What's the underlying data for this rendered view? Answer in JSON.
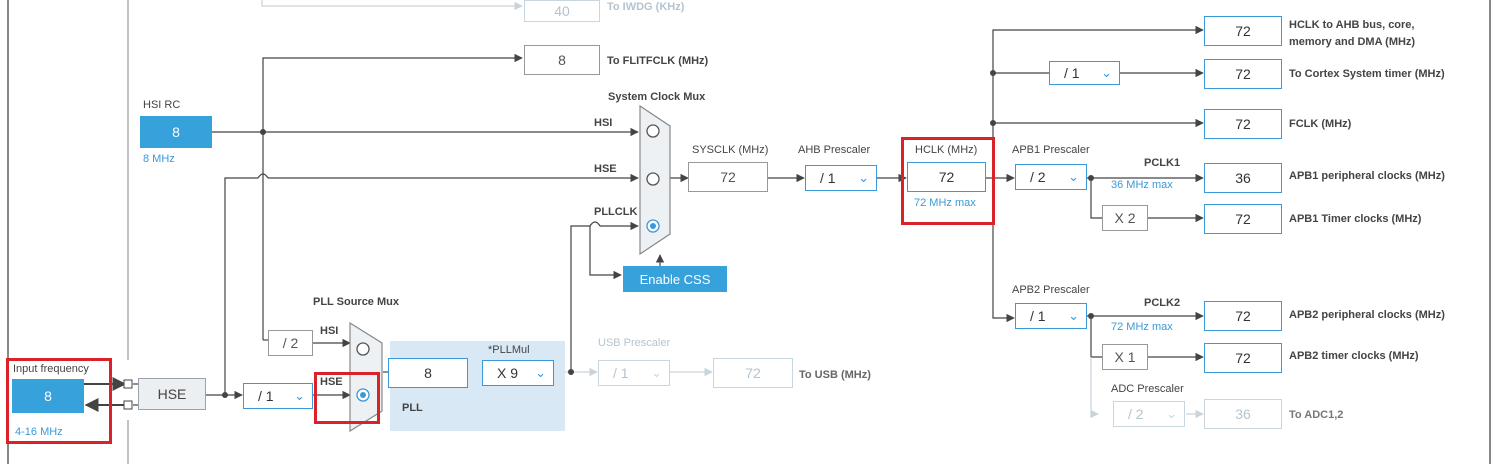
{
  "hsi": {
    "title": "HSI RC",
    "value": "8",
    "freq": "8 MHz"
  },
  "input_freq": {
    "title": "Input frequency",
    "value": "8",
    "range": "4-16 MHz"
  },
  "hse": {
    "label": "HSE",
    "prediv": "/ 1"
  },
  "iwdg": {
    "value": "40",
    "label": "To IWDG (KHz)"
  },
  "flitf": {
    "value": "8",
    "label": "To FLITFCLK (MHz)"
  },
  "pll_source_mux": {
    "title": "PLL Source Mux",
    "div2": "/ 2",
    "hsi_label": "HSI",
    "hse_label": "HSE",
    "selected": "HSE"
  },
  "pll": {
    "label": "PLL",
    "value": "8",
    "mul_title": "*PLLMul",
    "mul": "X 9"
  },
  "usb": {
    "title": "USB Prescaler",
    "prescaler": "/ 1",
    "value": "72",
    "label": "To USB (MHz)"
  },
  "sysclk_mux": {
    "title": "System Clock Mux",
    "inputs": [
      "HSI",
      "HSE",
      "PLLCLK"
    ],
    "selected": "PLLCLK",
    "css_button": "Enable CSS"
  },
  "sysclk": {
    "title": "SYSCLK (MHz)",
    "value": "72"
  },
  "ahb": {
    "title": "AHB Prescaler",
    "value": "/ 1"
  },
  "hclk": {
    "title": "HCLK (MHz)",
    "value": "72",
    "max": "72 MHz max"
  },
  "apb1": {
    "title": "APB1 Prescaler",
    "value": "/ 2",
    "pclk_label": "PCLK1",
    "max": "36 MHz max",
    "timer_mul": "X 2"
  },
  "apb2": {
    "title": "APB2 Prescaler",
    "value": "/ 1",
    "pclk_label": "PCLK2",
    "max": "72 MHz max",
    "timer_mul": "X 1"
  },
  "adc": {
    "title": "ADC Prescaler",
    "value": "/ 2",
    "out_value": "36",
    "label": "To ADC1,2"
  },
  "cortex_div": "/ 1",
  "outputs": [
    {
      "value": "72",
      "label_line1": "HCLK to AHB bus, core,",
      "label_line2": "memory and DMA (MHz)"
    },
    {
      "value": "72",
      "label": "To Cortex System timer (MHz)"
    },
    {
      "value": "72",
      "label": "FCLK (MHz)"
    },
    {
      "value": "36",
      "label": "APB1 peripheral clocks (MHz)"
    },
    {
      "value": "72",
      "label": "APB1 Timer clocks (MHz)"
    },
    {
      "value": "72",
      "label": "APB2 peripheral clocks (MHz)"
    },
    {
      "value": "72",
      "label": "APB2 timer clocks (MHz)"
    }
  ],
  "colors": {
    "accent": "#37a1dc",
    "highlight": "#d9222a",
    "wire": "#444444",
    "pll_area": "#d9e8f5"
  }
}
